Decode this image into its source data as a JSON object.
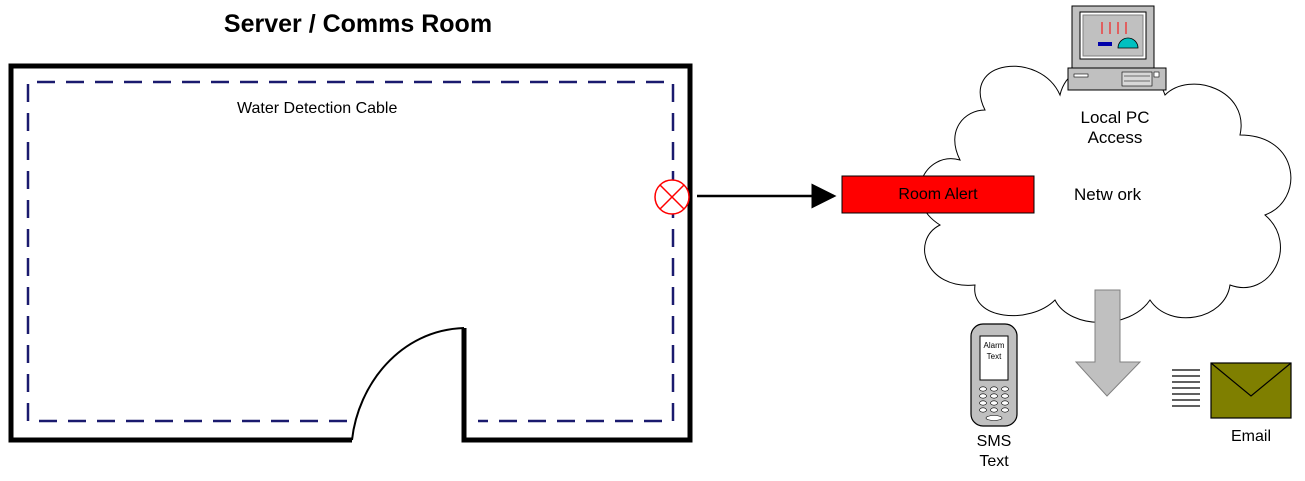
{
  "title": "Server / Comms Room",
  "cable_label": "Water Detection Cable",
  "device_label": "Room Alert",
  "network_label": "Netw ork",
  "pc_label": [
    "Local PC",
    "Access"
  ],
  "phone_screen": [
    "Alarm",
    "Text"
  ],
  "sms_label": [
    "SMS",
    "Text"
  ],
  "email_label": "Email",
  "colors": {
    "cable": "#1a1a6e",
    "device": "#ff0000",
    "sensor": "#ff0000",
    "envelope": "#7f7f00",
    "arrow_gray": "#c0c0c0"
  },
  "icons": [
    "water-sensor-icon",
    "computer-icon",
    "mobile-phone-icon",
    "envelope-icon",
    "text-lines-icon"
  ]
}
